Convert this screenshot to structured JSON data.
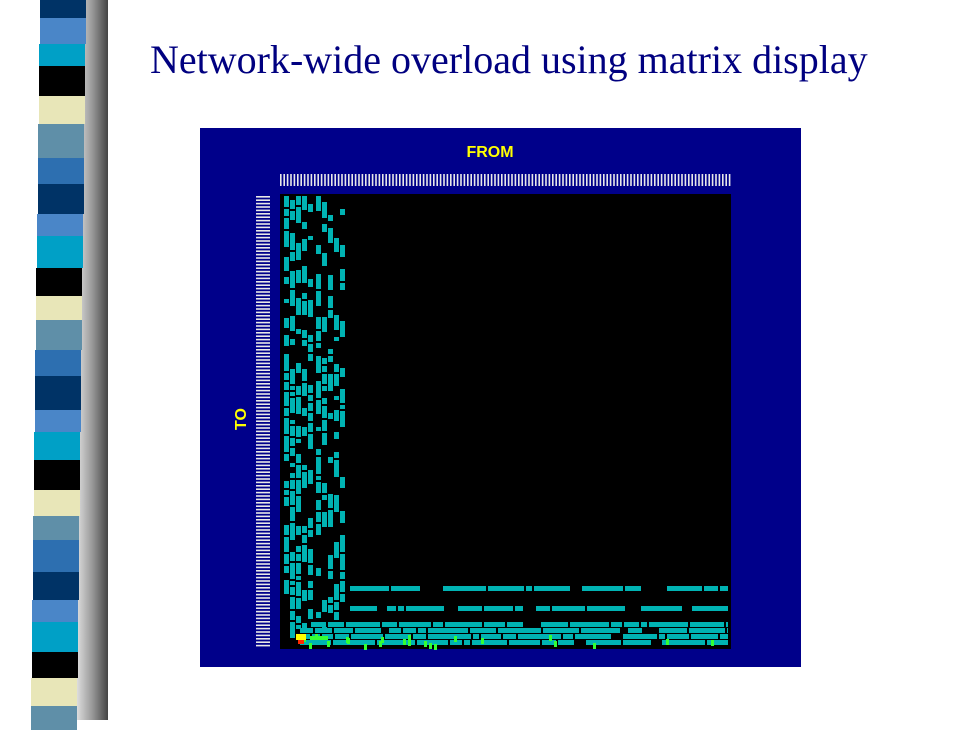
{
  "slide": {
    "title": "Network-wide overload using matrix display"
  },
  "matrix": {
    "from_label": "FROM",
    "to_label": "TO",
    "colors": {
      "panel_background": "#00008a",
      "matrix_background": "#000000",
      "cell_primary": "#00b3b3",
      "cell_highlight_green": "#33ff33",
      "cell_highlight_yellow": "#ffff00",
      "cell_highlight_red": "#ff2a00",
      "axis_label_color": "#ffff00"
    }
  },
  "decoration": {
    "stripe_colors": [
      "#003366",
      "#4a86c8",
      "#00a0c6",
      "#000000",
      "#e8e6b8",
      "#5f8fa8",
      "#2d6fb0"
    ]
  }
}
